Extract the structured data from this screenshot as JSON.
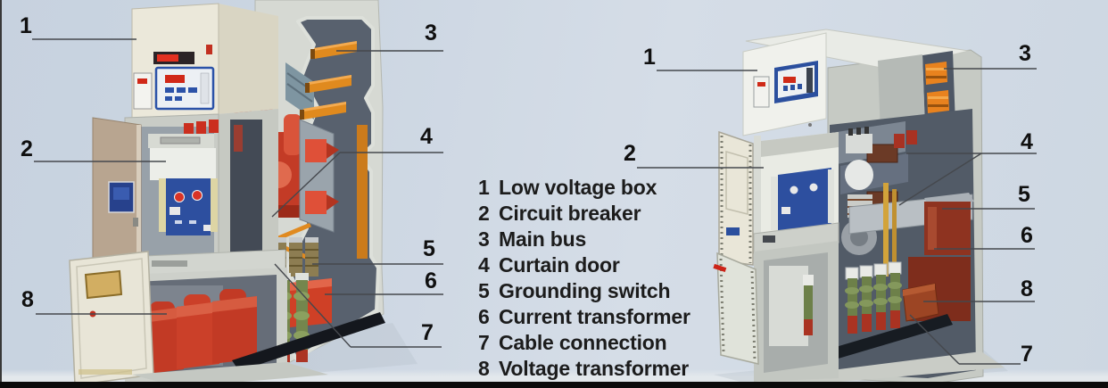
{
  "legend": {
    "items": [
      {
        "number": "1",
        "label": "Low voltage box"
      },
      {
        "number": "2",
        "label": "Circuit breaker"
      },
      {
        "number": "3",
        "label": "Main bus"
      },
      {
        "number": "4",
        "label": "Curtain door"
      },
      {
        "number": "5",
        "label": "Grounding switch"
      },
      {
        "number": "6",
        "label": "Current transformer"
      },
      {
        "number": "7",
        "label": "Cable connection"
      },
      {
        "number": "8",
        "label": "Voltage transformer"
      }
    ]
  },
  "diagrams": {
    "left": {
      "callouts": [
        "1",
        "2",
        "3",
        "4",
        "5",
        "6",
        "7",
        "8"
      ]
    },
    "right": {
      "callouts": [
        "1",
        "2",
        "3",
        "4",
        "5",
        "6",
        "7",
        "8"
      ]
    }
  },
  "colors": {
    "background": "#cfd9e4",
    "legend_text": "#1c1c1c",
    "leader_line": "#45484d",
    "busbar_orange": "#e0821e",
    "breaker_red": "#c93b26",
    "insulator_green": "#74864d",
    "panel_blue": "#2b4f9e",
    "cabinet_gray": "#d6d9d3",
    "cavity_slate": "#58616e"
  }
}
